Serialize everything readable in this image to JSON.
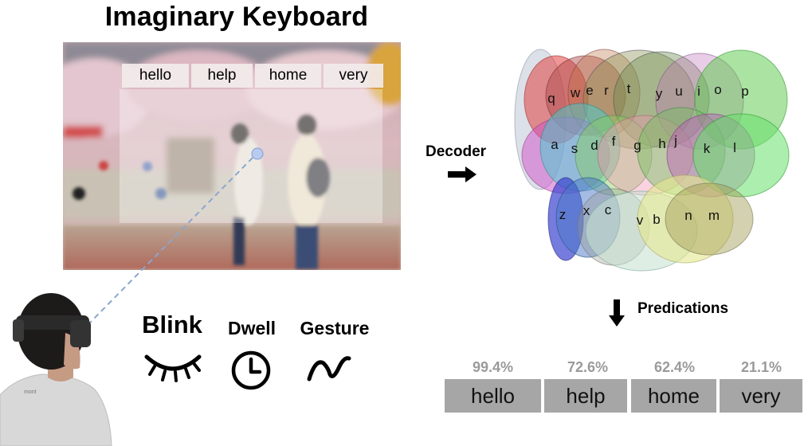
{
  "title": "Imaginary Keyboard",
  "suggestions": [
    "hello",
    "help",
    "home",
    "very"
  ],
  "modes": [
    {
      "label": "Blink",
      "icon": "closed-eye-icon"
    },
    {
      "label": "Dwell",
      "icon": "clock-icon"
    },
    {
      "label": "Gesture",
      "icon": "swipe-gesture-icon"
    }
  ],
  "decoder_label": "Decoder",
  "predictions_label": "Predications",
  "keys": [
    "q",
    "w",
    "e",
    "r",
    "t",
    "y",
    "u",
    "i",
    "o",
    "p",
    "a",
    "s",
    "d",
    "f",
    "g",
    "h",
    "j",
    "k",
    "l",
    "z",
    "x",
    "c",
    "v",
    "b",
    "n",
    "m"
  ],
  "predictions": [
    {
      "word": "hello",
      "prob": "99.4%"
    },
    {
      "word": "help",
      "prob": "72.6%"
    },
    {
      "word": "home",
      "prob": "62.4%"
    },
    {
      "word": "very",
      "prob": "21.1%"
    }
  ]
}
